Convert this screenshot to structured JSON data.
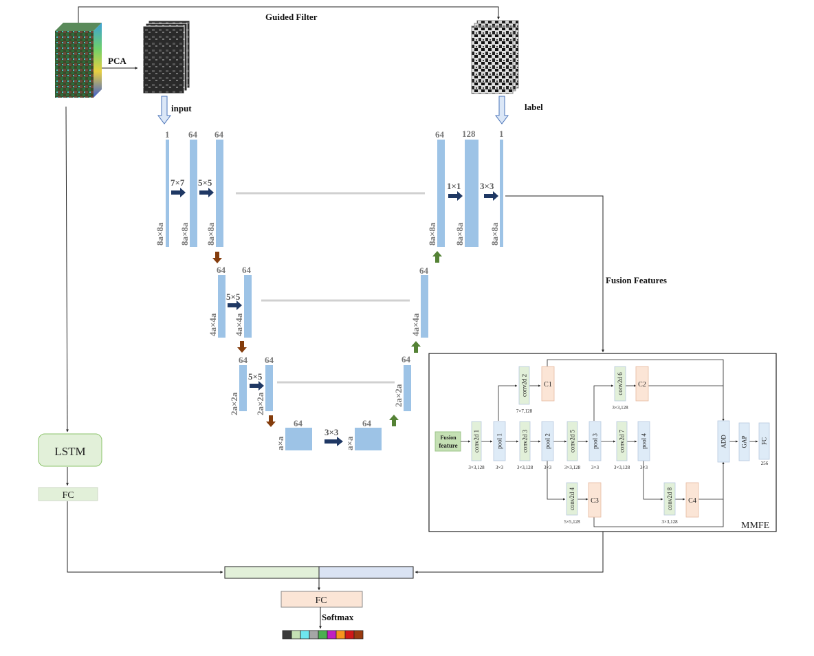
{
  "labels": {
    "guided_filter": "Guided Filter",
    "pca": "PCA",
    "input": "input",
    "label": "label",
    "fusion_features": "Fusion Features",
    "mmfe": "MMFE",
    "lstm": "LSTM",
    "fc_lstm": "FC",
    "fc_final": "FC",
    "softmax": "Softmax"
  },
  "unet": {
    "enc1": {
      "ch_in": "1",
      "ch_a": "64",
      "ch_b": "64",
      "op_a": "7×7",
      "op_b": "5×5",
      "dim": "8a×8a"
    },
    "enc2": {
      "ch_a": "64",
      "ch_b": "64",
      "op": "5×5",
      "dim": "4a×4a"
    },
    "enc3": {
      "ch_a": "64",
      "ch_b": "64",
      "op": "5×5",
      "dim": "2a×2a"
    },
    "bottom": {
      "ch_a": "64",
      "ch_b": "64",
      "op": "3×3",
      "dim": "a×a"
    },
    "dec3": {
      "ch": "64",
      "dim": "2a×2a"
    },
    "dec2": {
      "ch": "64",
      "dim": "4a×4a"
    },
    "dec1": {
      "ch_a": "64",
      "ch_b": "128",
      "ch_c": "1",
      "op_a": "1×1",
      "op_b": "3×3",
      "dim": "8a×8a"
    }
  },
  "mmfe": {
    "fusion_feature": [
      "Fusion",
      "feature"
    ],
    "conv1": {
      "label": "conv2d 1",
      "param": "3×3,128"
    },
    "pool1": {
      "label": "pool 1",
      "param": "3×3"
    },
    "conv2": {
      "label": "conv2d 2",
      "param": "7×7,128"
    },
    "c1": "C1",
    "conv3": {
      "label": "conv2d 3",
      "param": "3×3,128"
    },
    "pool2": {
      "label": "pool 2",
      "param": "3×3"
    },
    "conv4": {
      "label": "conv2d 4",
      "param": "5×5,128"
    },
    "c3": "C3",
    "conv5": {
      "label": "conv2d 5",
      "param": "3×3,128"
    },
    "pool3": {
      "label": "pool 3",
      "param": "3×3"
    },
    "conv6": {
      "label": "conv2d 6",
      "param": "3×3,128"
    },
    "c2": "C2",
    "conv7": {
      "label": "conv2d 7",
      "param": "3×3,128"
    },
    "pool4": {
      "label": "pool 4",
      "param": "3×3"
    },
    "conv8": {
      "label": "conv2d 8",
      "param": "3×3,128"
    },
    "c4": "C4",
    "add": "ADD",
    "gap": "GAP",
    "fc": "FC",
    "fc_param": "256"
  },
  "class_colors": [
    "#3a3a3a",
    "#c5e0b4",
    "#6ee6f0",
    "#a6a6a6",
    "#4caf50",
    "#c020c0",
    "#f7941d",
    "#d01818",
    "#9a3a10"
  ],
  "colors": {
    "layer": "#9dc3e6",
    "layer_edge": "#7aa7d6",
    "arrow_dark": "#1f3864",
    "arrow_down": "#843c0c",
    "arrow_up": "#548235",
    "green_box": "#e2f0d9",
    "blue_box": "#deebf7",
    "orange_box": "#fbe5d6"
  }
}
